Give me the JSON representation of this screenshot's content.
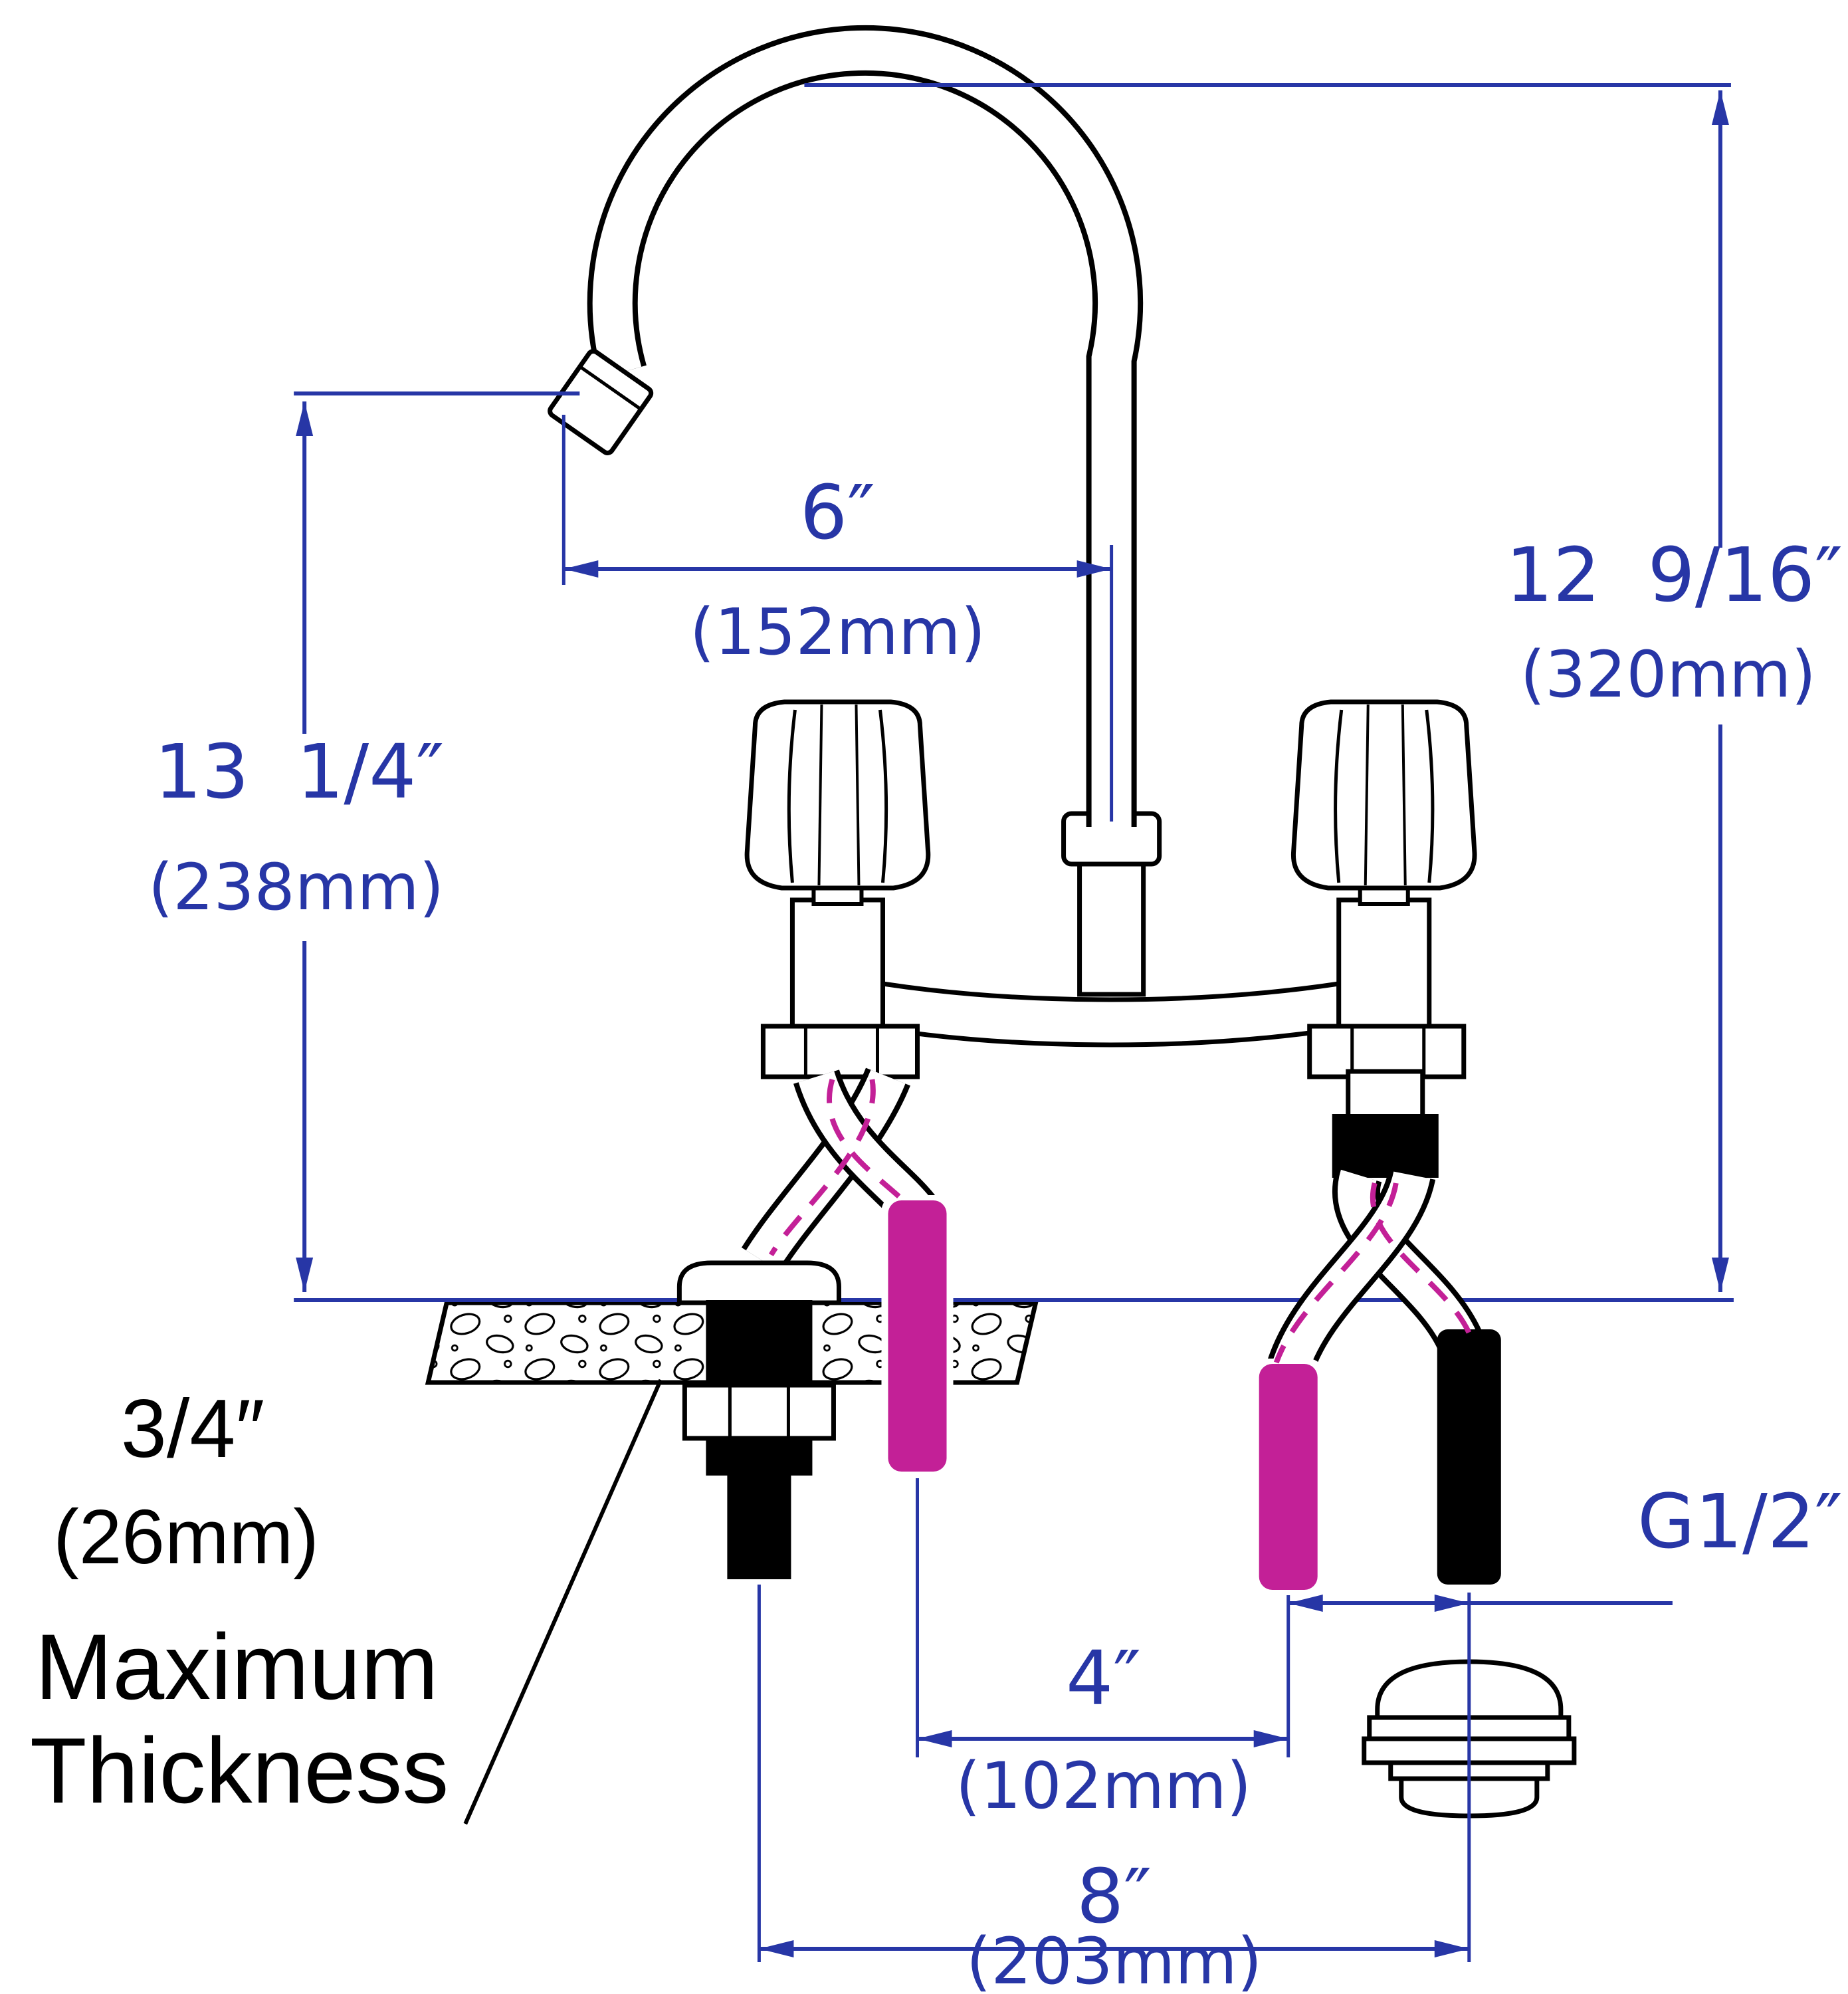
{
  "diagram": {
    "kind": "technical-dimension-drawing",
    "subject": "deck-mount two-handle gooseneck faucet, front elevation with under-deck supply shanks"
  },
  "dimensions": {
    "spout_reach": {
      "inches": "6″",
      "metric": "(152mm)"
    },
    "spout_top_height": {
      "inches": "12  9/16″",
      "metric": "(320mm)"
    },
    "spout_outlet_height": {
      "inches": "13  1/4″",
      "metric": "(238mm)"
    },
    "max_deck_thickness": {
      "inches": "3/4″",
      "metric": "(26mm)",
      "note_word_1": "Maximum",
      "note_word_2": "Thickness"
    },
    "inlet_center_spacing": {
      "inches": "4″",
      "metric": "(102mm)"
    },
    "supply_thread": {
      "label": "G1/2″"
    },
    "overall_inlet_spread": {
      "inches": "8″",
      "metric": "(203mm)"
    }
  },
  "colors": {
    "dimension_line": "#2736A6",
    "highlight": "#C32097",
    "linework": "#000000",
    "background": "#FFFFFF"
  }
}
